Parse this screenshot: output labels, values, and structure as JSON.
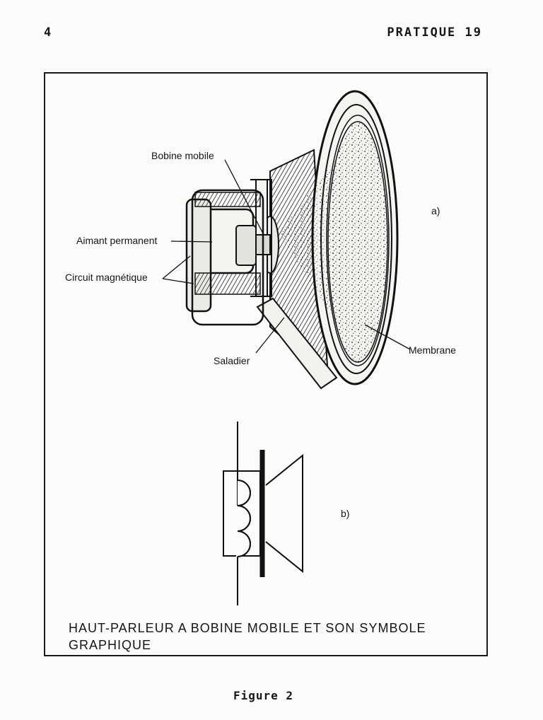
{
  "header": {
    "page_number": "4",
    "running_head": "PRATIQUE 19"
  },
  "figure": {
    "part_a": {
      "tag": "a)",
      "labels": {
        "voice_coil": "Bobine mobile",
        "magnet": "Aimant permanent",
        "magnetic_circuit": "Circuit magnétique",
        "basket": "Saladier",
        "cone": "Membrane"
      }
    },
    "part_b": {
      "tag": "b)"
    },
    "caption": {
      "line1": "HAUT-PARLEUR A BOBINE MOBILE ET SON SYMBOLE",
      "line2": "GRAPHIQUE"
    }
  },
  "footer": {
    "figure_number": "Figure 2"
  }
}
